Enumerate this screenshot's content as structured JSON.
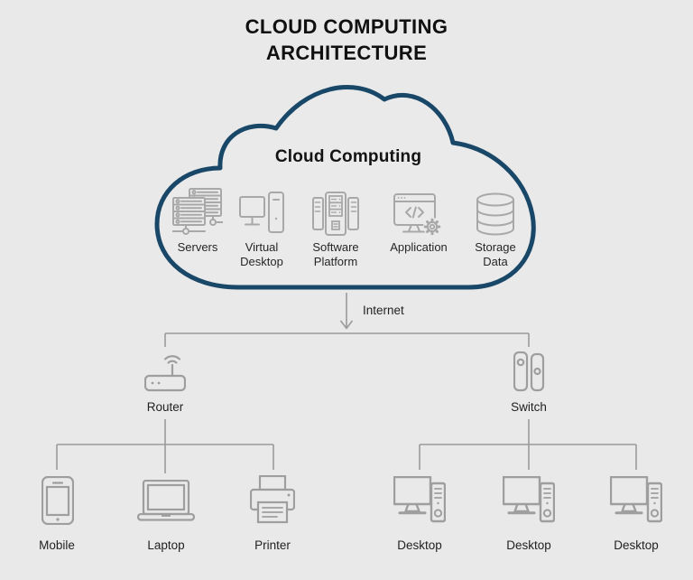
{
  "title": {
    "line1": "CLOUD COMPUTING",
    "line2": "ARCHITECTURE"
  },
  "cloud": {
    "label": "Cloud Computing",
    "items": [
      {
        "label": "Servers",
        "icon": "servers-icon"
      },
      {
        "label": "Virtual Desktop",
        "icon": "virtual-desktop-icon"
      },
      {
        "label": "Software Platform",
        "icon": "software-platform-icon"
      },
      {
        "label": "Application",
        "icon": "application-icon"
      },
      {
        "label": "Storage Data",
        "icon": "storage-data-icon"
      }
    ]
  },
  "internet": {
    "label": "Internet"
  },
  "lan": {
    "branches": [
      {
        "device": {
          "label": "Router",
          "icon": "router-icon"
        },
        "children": [
          {
            "label": "Mobile",
            "icon": "mobile-icon"
          },
          {
            "label": "Laptop",
            "icon": "laptop-icon"
          },
          {
            "label": "Printer",
            "icon": "printer-icon"
          }
        ]
      },
      {
        "device": {
          "label": "Switch",
          "icon": "switch-icon"
        },
        "children": [
          {
            "label": "Desktop",
            "icon": "desktop-icon"
          },
          {
            "label": "Desktop",
            "icon": "desktop-icon"
          },
          {
            "label": "Desktop",
            "icon": "desktop-icon"
          }
        ]
      }
    ]
  },
  "colors": {
    "background": "#e9e9e9",
    "cloud_outline": "#194768",
    "cloud_icon_gray": "#a8a8a8",
    "device_icon_gray": "#9e9e9e",
    "connector_gray": "#9b9b9b",
    "text": "#1a1a1a"
  }
}
